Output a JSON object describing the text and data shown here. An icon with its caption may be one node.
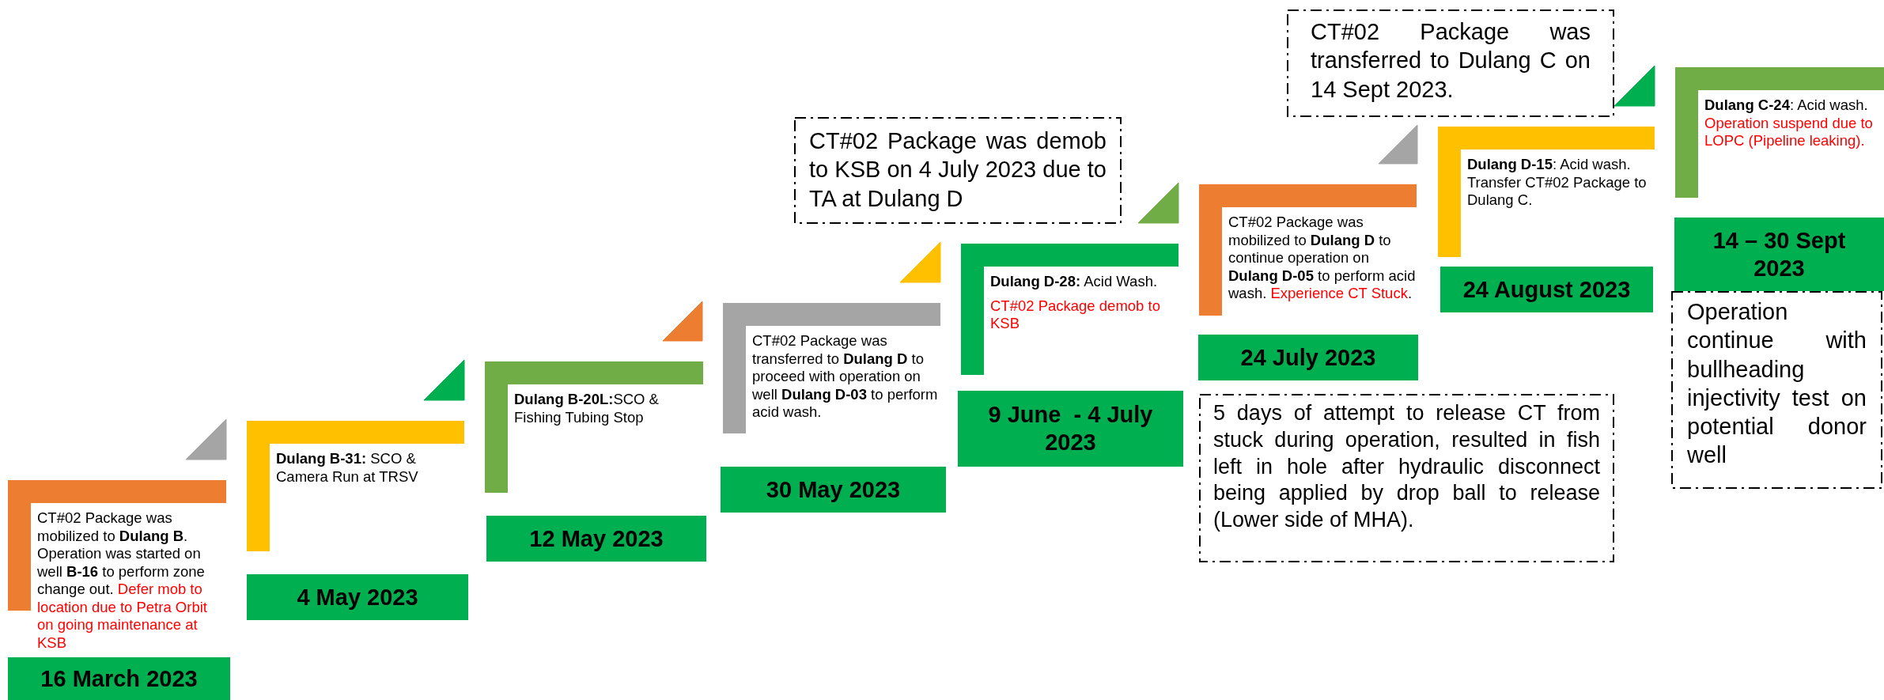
{
  "diagram": {
    "nodes": [
      {
        "text": [
          "CT#02 Package was mobilized to **Dulang B**. Operation was started on well **B-16** to perform zone change out.",
          "Defer mob to location due to Petra Orbit on going maintenance at KSB"
        ]
      },
      {
        "text": [
          "16 March 2023"
        ]
      },
      {
        "text": [
          "**Dulang B-31:** SCO & Camera Run at TRSV"
        ]
      },
      {
        "text": [
          "4 May 2023"
        ]
      },
      {
        "text": [
          "**Dulang B-20L:**SCO & Fishing Tubing Stop"
        ]
      },
      {
        "text": [
          "12 May 2023"
        ]
      },
      {
        "text": [
          "CT#02 Package was transferred to **Dulang D** to proceed with operation on well **Dulang D-03** to perform acid wash."
        ]
      },
      {
        "text": [
          "30 May 2023"
        ]
      },
      {
        "text": [
          "**Dulang D-28:** Acid Wash.",
          "CT#02 Package demob to KSB"
        ]
      },
      {
        "text": [
          "9 June  - 4 July 2023"
        ]
      },
      {
        "text": [
          "CT#02 Package was demob to KSB on 4 July 2023 due to TA at Dulang D"
        ]
      },
      {
        "text": [
          "CT#02 Package was mobilized to **Dulang D** to continue operation on **Dulang D-05** to perform acid wash.",
          "Experience CT Stuck",
          "."
        ]
      },
      {
        "text": [
          "24 July 2023"
        ]
      },
      {
        "text": [
          "5 days of attempt to release CT from stuck during operation, resulted in fish left in hole after hydraulic disconnect being applied by drop ball to release (Lower side of MHA)."
        ]
      },
      {
        "text": [
          "CT#02 Package was transferred to Dulang C on 14 Sept 2023."
        ]
      },
      {
        "text": [
          "**Dulang D-15**: Acid wash. Transfer CT#02 Package to Dulang C."
        ]
      },
      {
        "text": [
          "24 August 2023"
        ]
      },
      {
        "text": [
          "**Dulang C-24**: Acid wash.",
          "Operation suspend due to LOPC (Pipeline leaking)."
        ]
      },
      {
        "text": [
          "14 – 30 Sept 2023"
        ]
      },
      {
        "text": [
          "Operation continue with bullheading injectivity test on potential donor well"
        ]
      }
    ],
    "edges": [
      {
        "from": 2,
        "to": 0,
        "arrow": "to"
      },
      {
        "from": 4,
        "to": 2,
        "arrow": "to"
      },
      {
        "from": 6,
        "to": 4,
        "arrow": "to"
      },
      {
        "from": 8,
        "to": 6,
        "arrow": "to"
      },
      {
        "from": 11,
        "to": 8,
        "arrow": "to"
      },
      {
        "from": 15,
        "to": 11,
        "arrow": "to"
      },
      {
        "from": 17,
        "to": 15,
        "arrow": "to"
      }
    ]
  }
}
